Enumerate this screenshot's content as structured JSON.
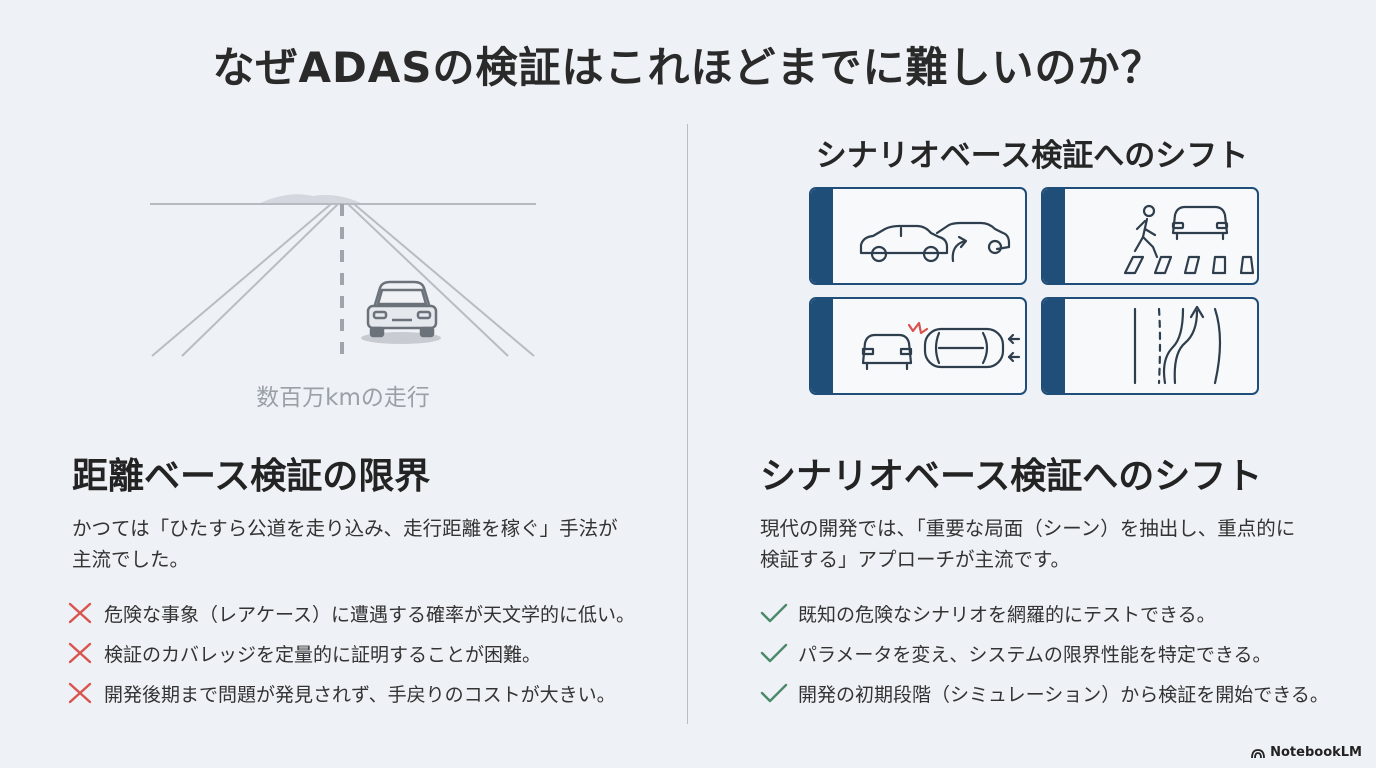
{
  "title": "なぜADASの検証はこれほどまでに難しいのか？",
  "left": {
    "illustration_caption": "数百万kmの走行",
    "heading": "距離ベース検証の限界",
    "description_lines": [
      "かつては「ひたすら公道を走り込み、走行距離を稼ぐ」手法が",
      "主流でした。"
    ],
    "items": [
      "危険な事象（レアケース）に遭遇する確率が天文学的に低い。",
      "検証のカバレッジを定量的に証明することが困難。",
      "開発後期まで問題が発見されず、手戻りのコストが大きい。"
    ],
    "mark_color": "#d9534f"
  },
  "right": {
    "grid_title": "シナリオベース検証へのシフト",
    "tiles": [
      {
        "icon": "cut-in-cars-icon"
      },
      {
        "icon": "pedestrian-crossing-icon"
      },
      {
        "icon": "collision-icon"
      },
      {
        "icon": "lane-change-icon"
      }
    ],
    "heading": "シナリオベース検証へのシフト",
    "description_lines": [
      "現代の開発では、「重要な局面（シーン）を抽出し、重点的に",
      "検証する」アプローチが主流です。"
    ],
    "items": [
      "既知の危険なシナリオを網羅的にテストできる。",
      "パラメータを変え、システムの限界性能を特定できる。",
      "開発の初期段階（シミュレーション）から検証を開始できる。"
    ],
    "mark_color": "#4a8a6a",
    "accent_color": "#1f4e79"
  },
  "brand": "NotebookLM"
}
